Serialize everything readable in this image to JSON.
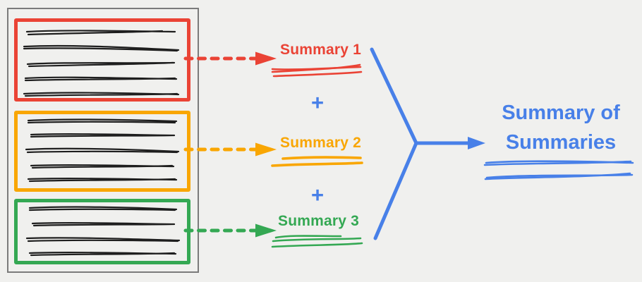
{
  "colors": {
    "red": "#ea4335",
    "orange": "#f9a602",
    "green": "#34a853",
    "blue": "#4880e8",
    "ink": "#1e1e1e",
    "document_border": "#7b7b7b",
    "background": "#f0f0ee"
  },
  "document": {
    "sections": [
      {
        "id": "section-1",
        "color_key": "red",
        "text_line_count": 5
      },
      {
        "id": "section-2",
        "color_key": "orange",
        "text_line_count": 5
      },
      {
        "id": "section-3",
        "color_key": "green",
        "text_line_count": 4
      }
    ]
  },
  "summaries": [
    {
      "label": "Summary 1"
    },
    {
      "label": "Summary 2"
    },
    {
      "label": "Summary 3"
    }
  ],
  "operators": {
    "plus_1": "+",
    "plus_2": "+"
  },
  "result": {
    "title": "Summary of Summaries"
  }
}
